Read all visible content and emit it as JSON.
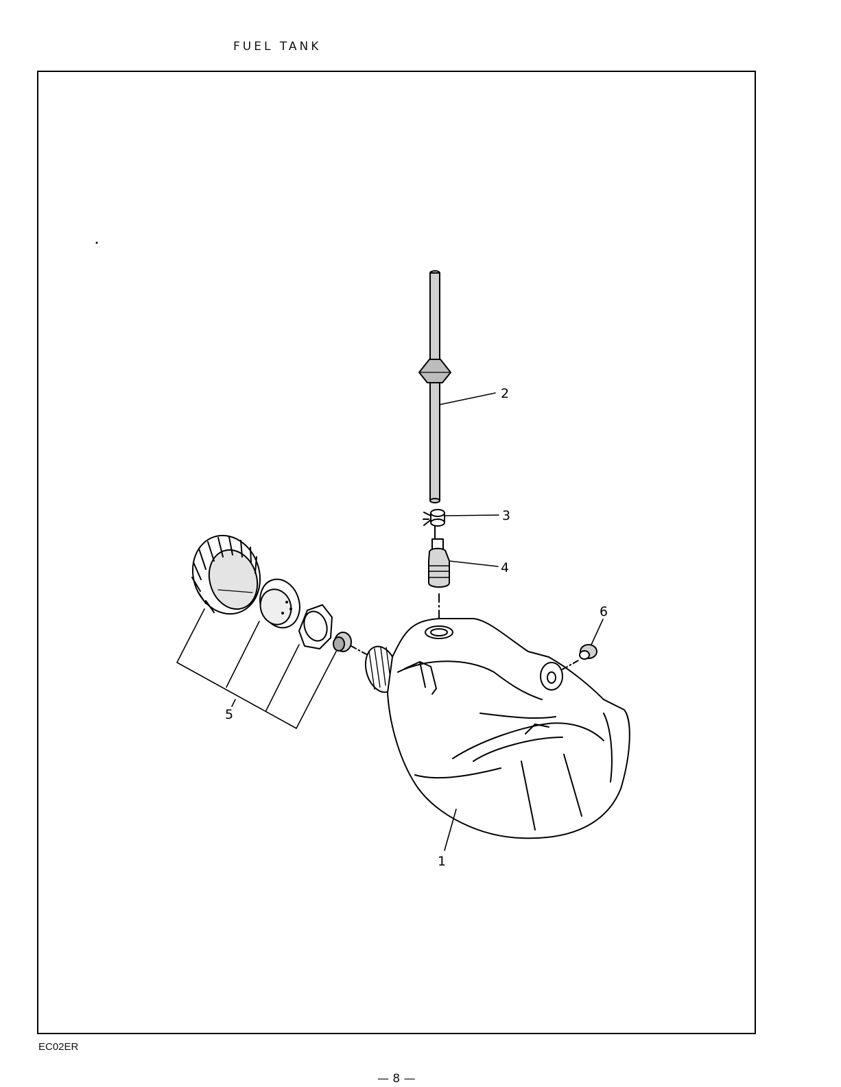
{
  "page": {
    "title": "FUEL TANK",
    "doc_code": "EC02ER",
    "page_number": "— 8 —"
  },
  "callouts": [
    {
      "id": "1",
      "text": "1",
      "part": "fuel-tank"
    },
    {
      "id": "2",
      "text": "2",
      "part": "fuel-pipe-with-grommet"
    },
    {
      "id": "3",
      "text": "3",
      "part": "hose-clip"
    },
    {
      "id": "4",
      "text": "4",
      "part": "fuel-filter"
    },
    {
      "id": "5",
      "text": "5",
      "part": "fuel-cap-assembly"
    },
    {
      "id": "6",
      "text": "6",
      "part": "grommet"
    }
  ]
}
